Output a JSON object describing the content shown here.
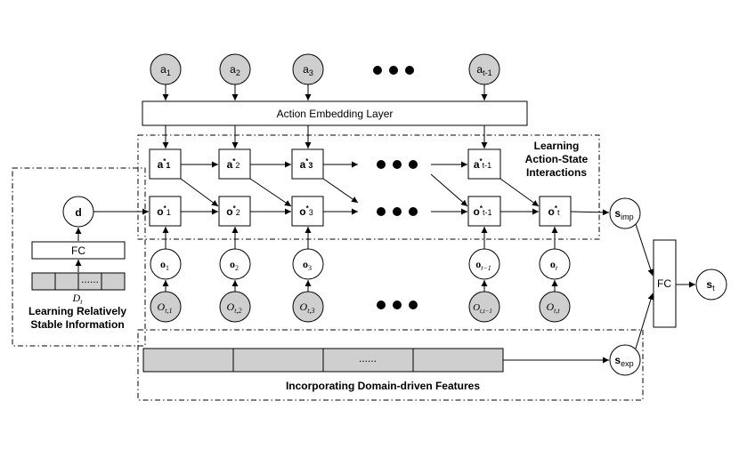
{
  "top_inputs": [
    {
      "base": "a",
      "sub": "1"
    },
    {
      "base": "a",
      "sub": "2"
    },
    {
      "base": "a",
      "sub": "3"
    },
    {
      "base": "a",
      "sub": "t-1"
    }
  ],
  "embedding_layer_label": "Action Embedding Layer",
  "action_state_nodes": [
    {
      "base": "a",
      "sup": "*",
      "sub": "1"
    },
    {
      "base": "a",
      "sup": "*",
      "sub": "2"
    },
    {
      "base": "a",
      "sup": "*",
      "sub": "3"
    },
    {
      "base": "a",
      "sup": "*",
      "sub": "t-1"
    }
  ],
  "observation_state_nodes": [
    {
      "base": "o",
      "sup": "*",
      "sub": "1"
    },
    {
      "base": "o",
      "sup": "*",
      "sub": "2"
    },
    {
      "base": "o",
      "sup": "*",
      "sub": "3"
    },
    {
      "base": "o",
      "sup": "*",
      "sub": "t-1"
    },
    {
      "base": "o",
      "sup": "*",
      "sub": "t"
    }
  ],
  "interaction_region_label": [
    "Learning",
    "Action-State",
    "Interactions"
  ],
  "observation_nodes": [
    {
      "base": "o",
      "sub": "1"
    },
    {
      "base": "o",
      "sub": "2"
    },
    {
      "base": "o",
      "sub": "3"
    },
    {
      "base": "o",
      "sub": "t−1"
    },
    {
      "base": "o",
      "sub": "t"
    }
  ],
  "raw_observation_nodes": [
    {
      "base": "O",
      "sub": "t,1"
    },
    {
      "base": "O",
      "sub": "t,2"
    },
    {
      "base": "O",
      "sub": "t,3"
    },
    {
      "base": "O",
      "sub": "t,t−1"
    },
    {
      "base": "O",
      "sub": "t,t"
    }
  ],
  "stable_branch": {
    "node": "d",
    "fc_label": "FC",
    "vector_dots": "......",
    "input": {
      "base": "D",
      "sub": "t"
    },
    "region_label": [
      "Learning Relatively",
      "Stable Information"
    ]
  },
  "domain_branch": {
    "vector_dots": "......",
    "region_label": "Incorporating Domain-driven Features"
  },
  "s_imp": {
    "base": "s",
    "sub": "imp"
  },
  "s_exp": {
    "base": "s",
    "sub": "exp"
  },
  "fc_label": "FC",
  "output": {
    "base": "s",
    "sub": "t"
  },
  "colors": {
    "input_fill": "#cfcfcf",
    "stroke": "#000000",
    "background": "#ffffff"
  }
}
